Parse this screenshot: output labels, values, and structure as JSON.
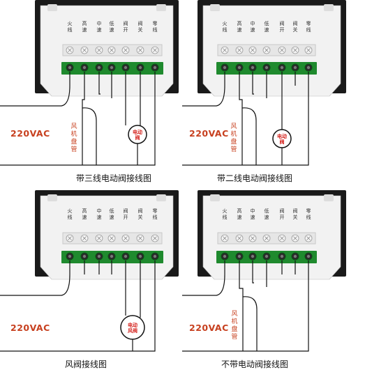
{
  "terminal_labels": [
    [
      "火",
      "线"
    ],
    [
      "高",
      "速"
    ],
    [
      "中",
      "速"
    ],
    [
      "低",
      "速"
    ],
    [
      "阀",
      "开"
    ],
    [
      "阀",
      "关"
    ],
    [
      "零",
      "线"
    ]
  ],
  "voltage_label": "220VAC",
  "coil_label": [
    "风",
    "机",
    "盘",
    "管"
  ],
  "panels": [
    {
      "caption": "带三线电动阀接线图",
      "valve_label": [
        "电动",
        "阀"
      ]
    },
    {
      "caption": "带二线电动阀接线图",
      "valve_label": [
        "电动",
        "阀"
      ]
    },
    {
      "caption": "风阀接线图",
      "valve_label": [
        "电动",
        "风阀"
      ]
    },
    {
      "caption": "不带电动阀接线图"
    }
  ],
  "colors": {
    "accent_red": "#c7401f",
    "terminal_green": "#1f8a2e",
    "device_body": "#f2f2f2",
    "device_back": "#1a1a1a"
  }
}
